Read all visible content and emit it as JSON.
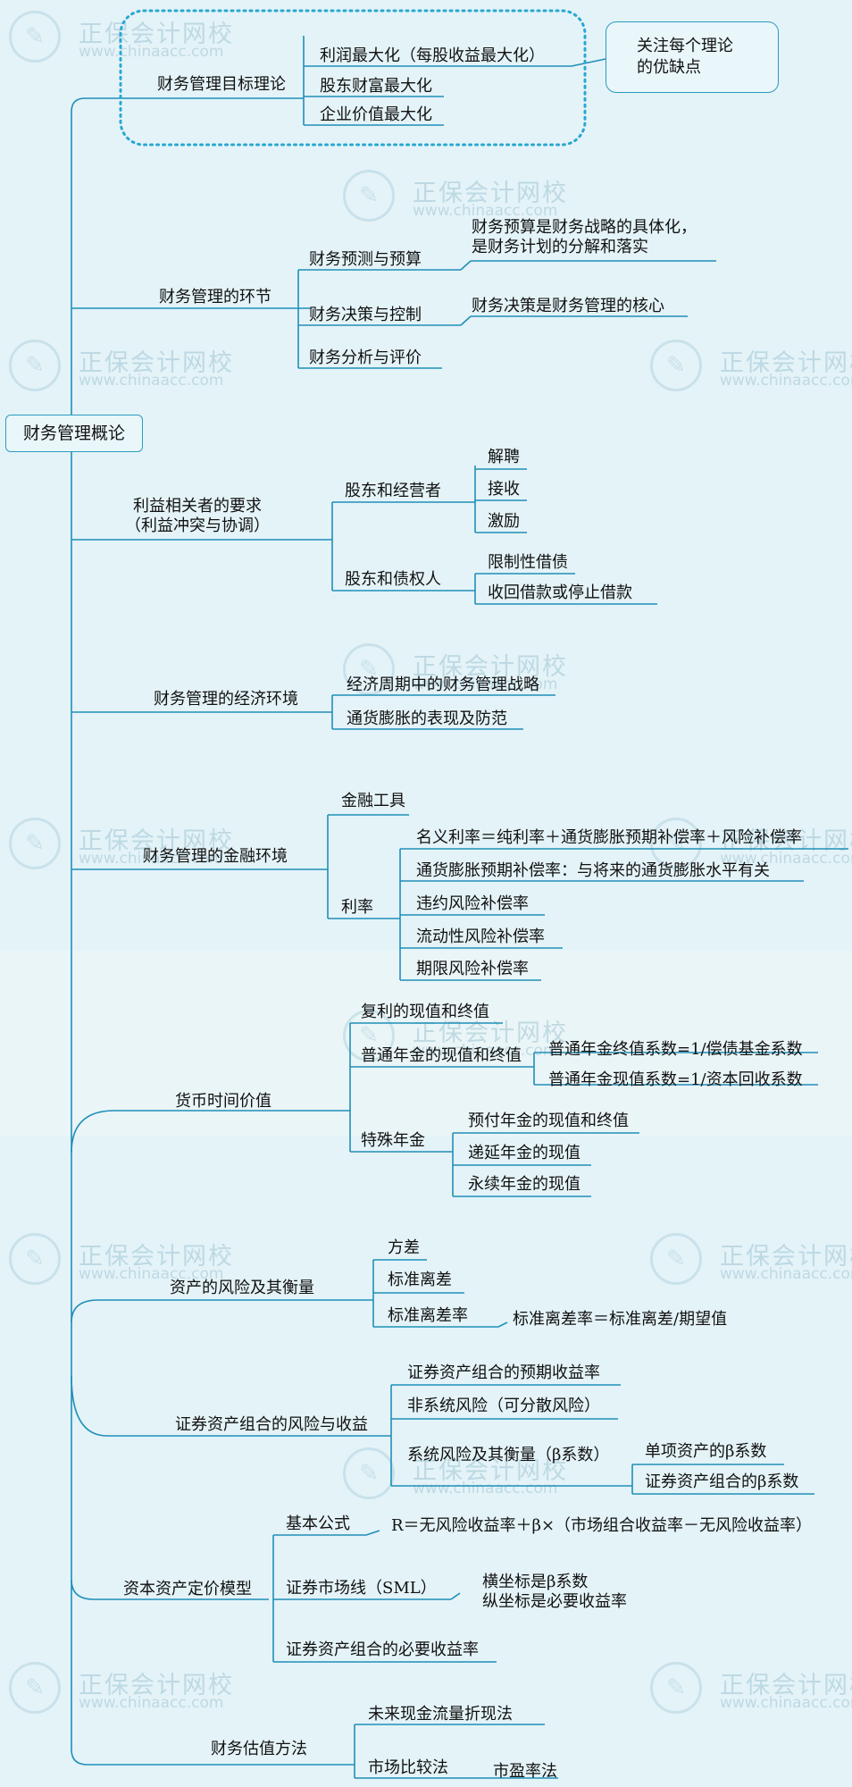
{
  "root": "财务管理概论",
  "callout": "关注每个理论\n的优缺点",
  "watermark": {
    "name": "正保会计网校",
    "url": "www.chinaacc.com"
  },
  "branches": {
    "b1": {
      "label": "财务管理目标理论",
      "items": [
        "利润最大化（每股收益最大化）",
        "股东财富最大化",
        "企业价值最大化"
      ]
    },
    "b2": {
      "label": "财务管理的环节",
      "items": [
        "财务预测与预算",
        "财务决策与控制",
        "财务分析与评价"
      ],
      "notes": [
        "财务预算是财务战略的具体化，\n是财务计划的分解和落实",
        "财务决策是财务管理的核心"
      ]
    },
    "b3": {
      "label": "利益相关者的要求\n（利益冲突与协调）",
      "groups": [
        "股东和经营者",
        "股东和债权人"
      ],
      "g1": [
        "解聘",
        "接收",
        "激励"
      ],
      "g2": [
        "限制性借债",
        "收回借款或停止借款"
      ]
    },
    "b4": {
      "label": "财务管理的经济环境",
      "items": [
        "经济周期中的财务管理战略",
        "通货膨胀的表现及防范"
      ]
    },
    "b5": {
      "label": "财务管理的金融环境",
      "items": [
        "金融工具",
        "利率"
      ],
      "rates": [
        "名义利率＝纯利率＋通货膨胀预期补偿率＋风险补偿率",
        "通货膨胀预期补偿率：与将来的通货膨胀水平有关",
        "违约风险补偿率",
        "流动性风险补偿率",
        "期限风险补偿率"
      ]
    },
    "b6": {
      "label": "货币时间价值",
      "items": [
        "复利的现值和终值",
        "普通年金的现值和终值",
        "特殊年金"
      ],
      "ordinary": [
        "普通年金终值系数=1/偿债基金系数",
        "普通年金现值系数=1/资本回收系数"
      ],
      "special": [
        "预付年金的现值和终值",
        "递延年金的现值",
        "永续年金的现值"
      ]
    },
    "b7": {
      "label": "资产的风险及其衡量",
      "items": [
        "方差",
        "标准离差",
        "标准离差率"
      ],
      "note": "标准离差率＝标准离差/期望值"
    },
    "b8": {
      "label": "证券资产组合的风险与收益",
      "items": [
        "证券资产组合的预期收益率",
        "非系统风险（可分散风险）",
        "系统风险及其衡量（β系数）"
      ],
      "beta": [
        "单项资产的β系数",
        "证券资产组合的β系数"
      ]
    },
    "b9": {
      "label": "资本资产定价模型",
      "items": [
        "基本公式",
        "证券市场线（SML）",
        "证券资产组合的必要收益率"
      ],
      "formula": "R＝无风险收益率＋β×（市场组合收益率－无风险收益率）",
      "sml": "横坐标是β系数\n纵坐标是必要收益率"
    },
    "b10": {
      "label": "财务估值方法",
      "items": [
        "未来现金流量折现法",
        "市场比较法"
      ],
      "pe": "市盈率法"
    }
  }
}
